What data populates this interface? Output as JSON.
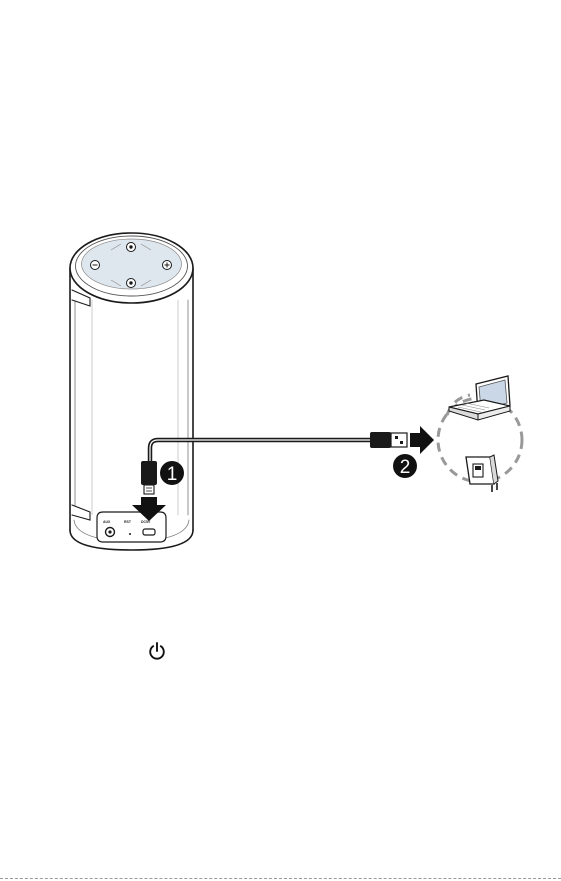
{
  "diagram": {
    "steps": [
      {
        "number": "1"
      },
      {
        "number": "2"
      }
    ],
    "port_labels": [
      "AUX",
      "RST",
      "DC5V"
    ]
  },
  "icons": {
    "power": "power-icon",
    "laptop": "laptop-icon",
    "wall_adapter": "wall-adapter-icon",
    "play_pause": "play-pause-icon",
    "volume_down": "volume-down-icon",
    "volume_up": "volume-up-icon",
    "power_button": "power-button-icon"
  }
}
